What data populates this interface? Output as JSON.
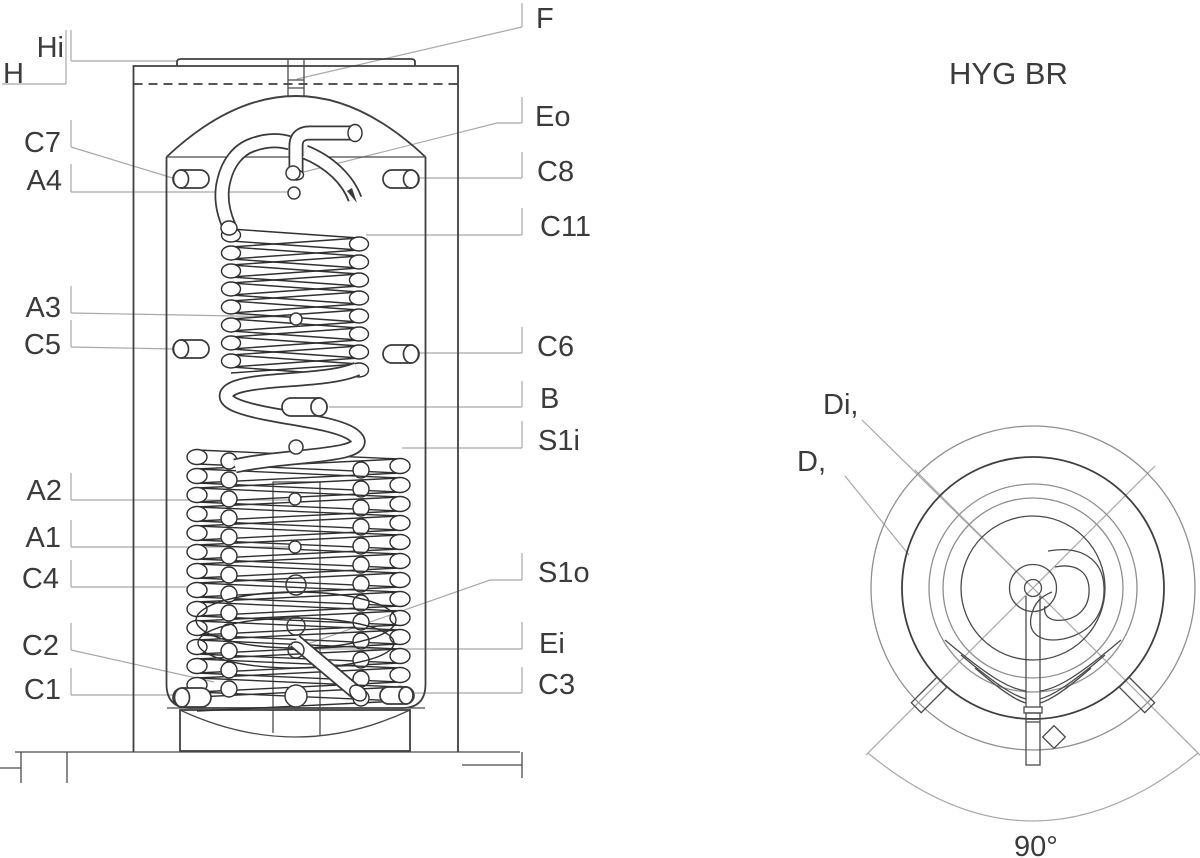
{
  "title": "HYG BR",
  "side_view": {
    "left_labels": [
      {
        "id": "hi",
        "text": "Hi"
      },
      {
        "id": "h",
        "text": "H"
      },
      {
        "id": "c7",
        "text": "C7"
      },
      {
        "id": "a4",
        "text": "A4"
      },
      {
        "id": "a3",
        "text": "A3"
      },
      {
        "id": "c5",
        "text": "C5"
      },
      {
        "id": "a2",
        "text": "A2"
      },
      {
        "id": "a1",
        "text": "A1"
      },
      {
        "id": "c4",
        "text": "C4"
      },
      {
        "id": "c2",
        "text": "C2"
      },
      {
        "id": "c1",
        "text": "C1"
      }
    ],
    "right_labels": [
      {
        "id": "f",
        "text": "F"
      },
      {
        "id": "eo",
        "text": "Eo"
      },
      {
        "id": "c8",
        "text": "C8"
      },
      {
        "id": "c11",
        "text": "C11"
      },
      {
        "id": "c6",
        "text": "C6"
      },
      {
        "id": "b",
        "text": "B"
      },
      {
        "id": "s1i",
        "text": "S1i"
      },
      {
        "id": "s1o",
        "text": "S1o"
      },
      {
        "id": "ei",
        "text": "Ei"
      },
      {
        "id": "c3",
        "text": "C3"
      }
    ]
  },
  "top_view": {
    "diameter_labels": [
      {
        "id": "di",
        "text": "Di,"
      },
      {
        "id": "d",
        "text": "D,"
      }
    ],
    "angle_label": "90°"
  },
  "colors": {
    "line": "#3f3f3f",
    "coil": "#2f2f2f",
    "leader": "#a8a8a8",
    "text": "#3b3b3b",
    "background": "#ffffff"
  }
}
